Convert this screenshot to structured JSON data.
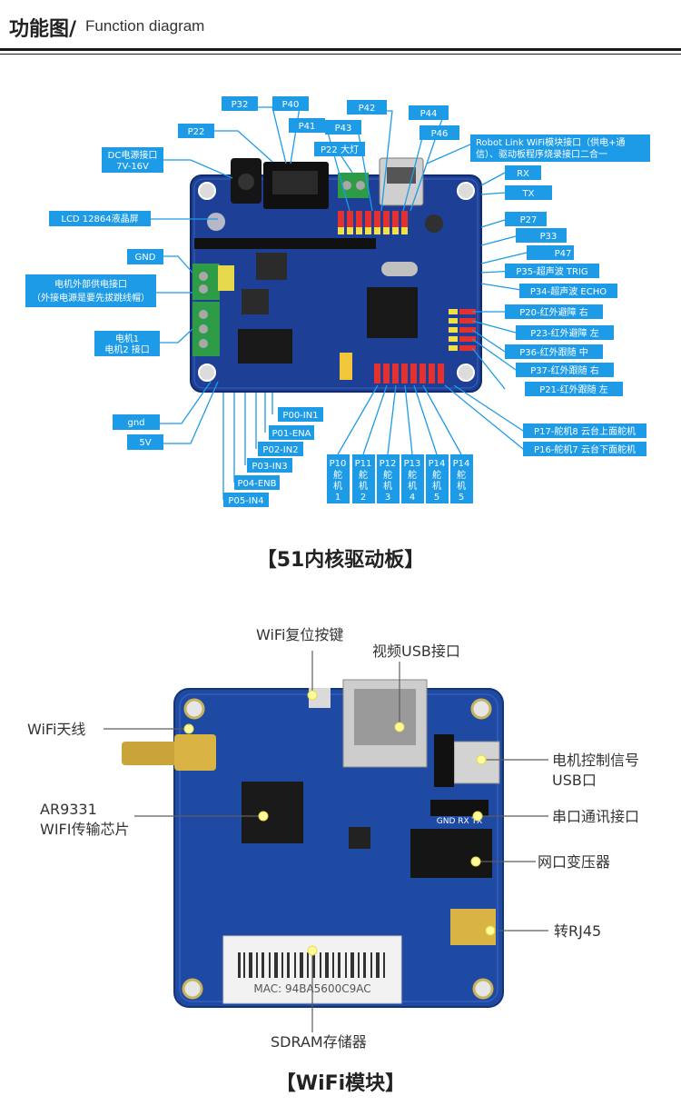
{
  "header": {
    "title_cn": "功能图/",
    "title_en": "Function diagram"
  },
  "board1": {
    "title": "【51内核驱动板】",
    "tags_top": {
      "p32": "P32",
      "p40": "P40",
      "p42": "P42",
      "p44": "P44",
      "p41": "P41",
      "p43": "P43",
      "p46": "P46",
      "p22": "P22",
      "p22_light": "P22 大灯"
    },
    "tags_left": {
      "dc_line1": "DC电源接口",
      "dc_line2": "7V-16V",
      "lcd": "LCD 12864液晶屏",
      "gnd": "GND",
      "motor_ext_line1": "电机外部供电接口",
      "motor_ext_line2": "（外接电源是要先拔跳线帽）",
      "motor12_line1": "电机1",
      "motor12_line2": "电机2 接口",
      "gnd2": "gnd",
      "v5": "5V"
    },
    "tags_right": {
      "robot_line1": "Robot Link WiFi模块接口（供电+通",
      "robot_line2": "信）、驱动板程序烧录接口二合一",
      "rx": "RX",
      "tx": "TX",
      "p27": "P27",
      "p33": "P33",
      "p47": "P47",
      "p35": "P35-超声波 TRIG",
      "p34": "P34-超声波 ECHO",
      "p20": "P20-红外避障 右",
      "p23": "P23-红外避障 左",
      "p36": "P36-红外跟随 中",
      "p37": "P37-红外跟随 右",
      "p21": "P21-红外跟随 左",
      "p17": "P17-舵机8 云台上面舵机",
      "p16": "P16-舵机7 云台下面舵机"
    },
    "tags_bottom": {
      "p00": "P00-IN1",
      "p01": "P01-ENA",
      "p02": "P02-IN2",
      "p03": "P03-IN3",
      "p04": "P04-ENB",
      "p05": "P05-IN4"
    },
    "servo_tags": [
      {
        "line1": "P10",
        "line2": "舵",
        "line3": "机",
        "line4": "1"
      },
      {
        "line1": "P11",
        "line2": "舵",
        "line3": "机",
        "line4": "2"
      },
      {
        "line1": "P12",
        "line2": "舵",
        "line3": "机",
        "line4": "3"
      },
      {
        "line1": "P13",
        "line2": "舵",
        "line3": "机",
        "line4": "4"
      },
      {
        "line1": "P14",
        "line2": "舵",
        "line3": "机",
        "line4": "5"
      },
      {
        "line1": "P14",
        "line2": "舵",
        "line3": "机",
        "line4": "5"
      }
    ]
  },
  "board2": {
    "title": "【WiFi模块】",
    "labels": {
      "reset": "WiFi复位按键",
      "usb_video": "视频USB接口",
      "antenna": "WiFi天线",
      "chip_line1": "AR9331",
      "chip_line2": "WIFI传输芯片",
      "motor_usb_line1": "电机控制信号",
      "motor_usb_line2": "USB口",
      "serial": "串口通讯接口",
      "transformer": "网口变压器",
      "rj45": "转RJ45",
      "sdram": "SDRAM存储器"
    },
    "silk": {
      "mac": "MAC: 94BA5600C9AC",
      "gnd_rx_tx": "GND RX TX"
    }
  },
  "colors": {
    "tag_blue": "#1e9be6",
    "pcb_blue": "#1d3f96",
    "label_gray": "#333333"
  }
}
